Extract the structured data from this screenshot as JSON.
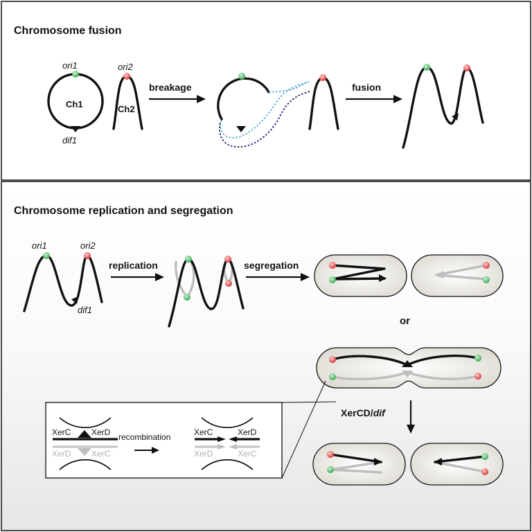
{
  "panels": {
    "fusion": {
      "title": "Chromosome fusion"
    },
    "replication": {
      "title": "Chromosome replication and segregation"
    }
  },
  "labels": {
    "ori1": "ori1",
    "ori2": "ori2",
    "ch1": "Ch1",
    "ch2": "Ch2",
    "dif1": "dif1",
    "breakage": "breakage",
    "fusion": "fusion",
    "replication": "replication",
    "segregation": "segregation",
    "or": "or",
    "xercd_prefix": "XerCD/",
    "xercd_dif": "dif",
    "recombination": "recombination",
    "xerc": "XerC",
    "xerd": "XerD"
  },
  "colors": {
    "chromosome": "#111111",
    "replicated_strand": "#bdbdbd",
    "ori1_marker": "#3cb85a",
    "ori2_marker": "#e03535",
    "breakage_line_light": "#4fa8d8",
    "breakage_line_dark": "#1a1a6e",
    "cell_fill": "#e9e6e0",
    "background_gradient_end": "#ebebeb"
  }
}
